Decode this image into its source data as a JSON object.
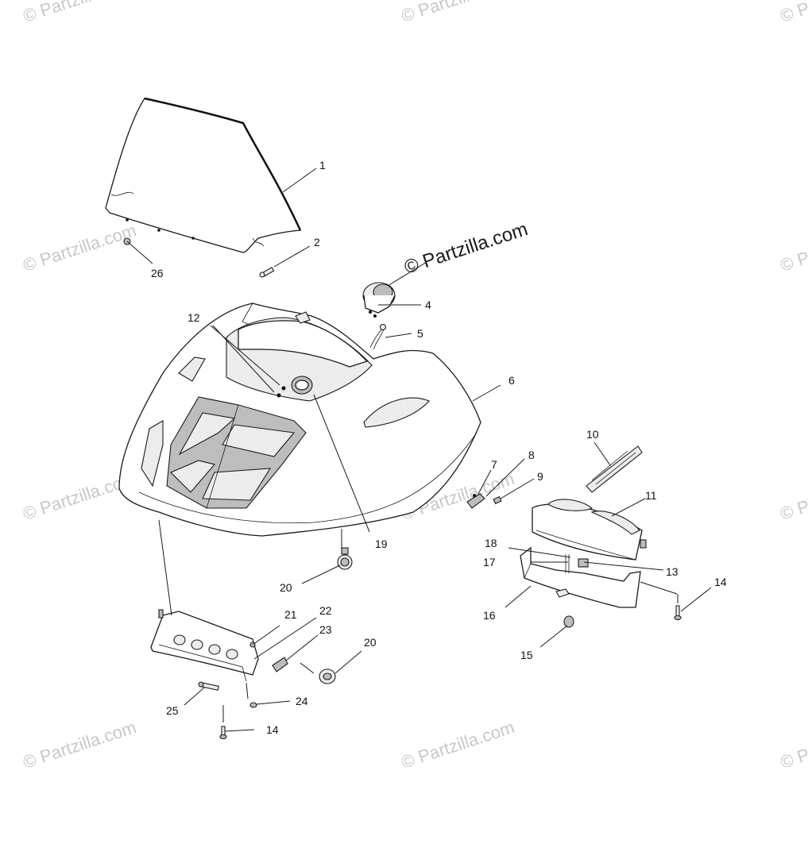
{
  "watermarks": {
    "small": "© Partzilla.com",
    "center": "© Partzilla.com",
    "edge": "© P"
  },
  "callouts": {
    "c1": "1",
    "c2": "2",
    "c4": "4",
    "c5": "5",
    "c6": "6",
    "c7": "7",
    "c8": "8",
    "c9": "9",
    "c10": "10",
    "c11": "11",
    "c12": "12",
    "c13": "13",
    "c14a": "14",
    "c14b": "14",
    "c15": "15",
    "c16": "16",
    "c17": "17",
    "c18": "18",
    "c19": "19",
    "c20a": "20",
    "c20b": "20",
    "c21": "21",
    "c22": "22",
    "c23": "23",
    "c24": "24",
    "c25": "25",
    "c26": "26"
  }
}
